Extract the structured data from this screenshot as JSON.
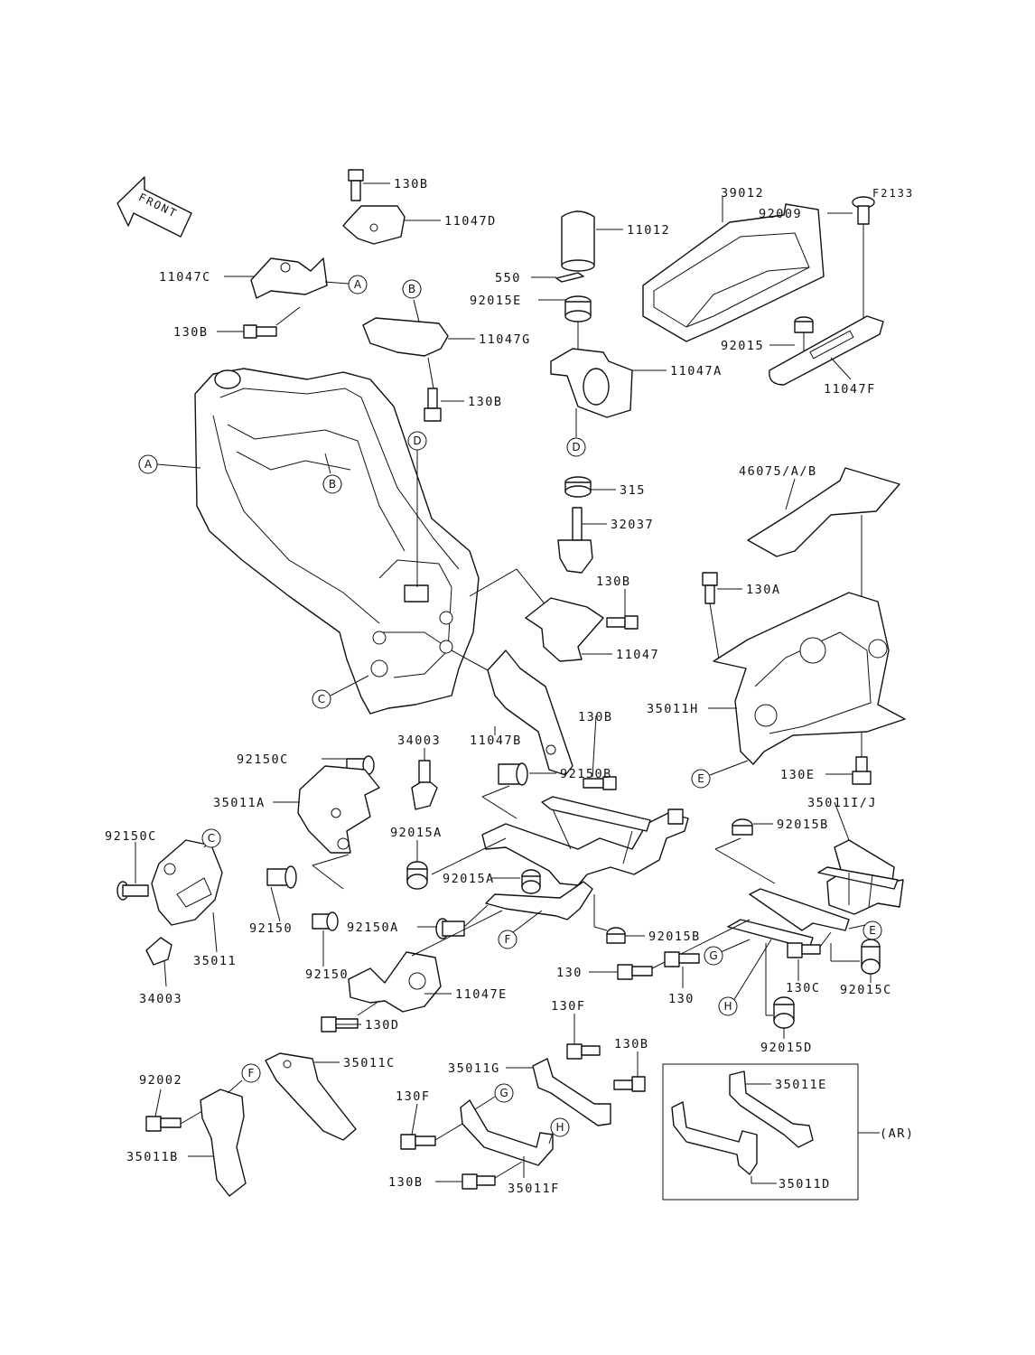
{
  "figure_code": "F2133",
  "front_label": "FRONT",
  "callouts": {
    "A": "A",
    "B": "B",
    "C": "C",
    "D": "D",
    "E": "E",
    "F": "F",
    "G": "G",
    "H": "H"
  },
  "parts": {
    "p130B_a": "130B",
    "p11047D": "11047D",
    "p11047C": "11047C",
    "p130B_b": "130B",
    "p11012": "11012",
    "p550": "550",
    "p92015E": "92015E",
    "p11047G": "11047G",
    "p130B_c": "130B",
    "p39012": "39012",
    "p92009": "92009",
    "p92015": "92015",
    "p11047F": "11047F",
    "p11047A": "11047A",
    "p315": "315",
    "p32037": "32037",
    "p46075": "46075/A/B",
    "p130B_d": "130B",
    "p11047": "11047",
    "p130A": "130A",
    "p130B_e": "130B",
    "p11047B": "11047B",
    "p35011H": "35011H",
    "p130E": "130E",
    "p92150C_a": "92150C",
    "p34003_a": "34003",
    "p92150B": "92150B",
    "p35011A": "35011A",
    "p92015A_a": "92015A",
    "p35011IJ": "35011I/J",
    "p92015B_a": "92015B",
    "p92150C_b": "92150C",
    "p92015A_b": "92015A",
    "p92150_a": "92150",
    "p35011": "35011",
    "p92150_b": "92150",
    "p92150A": "92150A",
    "p92015B_b": "92015B",
    "p34003_b": "34003",
    "p130": "130",
    "p130_b": "130",
    "p130C": "130C",
    "p92015C": "92015C",
    "p11047E": "11047E",
    "p130D": "130D",
    "p92015D": "92015D",
    "p130F_a": "130F",
    "p130B_f": "130B",
    "p35011C": "35011C",
    "p35011G": "35011G",
    "p92002": "92002",
    "p130F_b": "130F",
    "p35011E": "35011E",
    "p35011B": "35011B",
    "p130B_g": "130B",
    "p35011F": "35011F",
    "p35011D": "35011D",
    "pAR": "(AR)"
  }
}
